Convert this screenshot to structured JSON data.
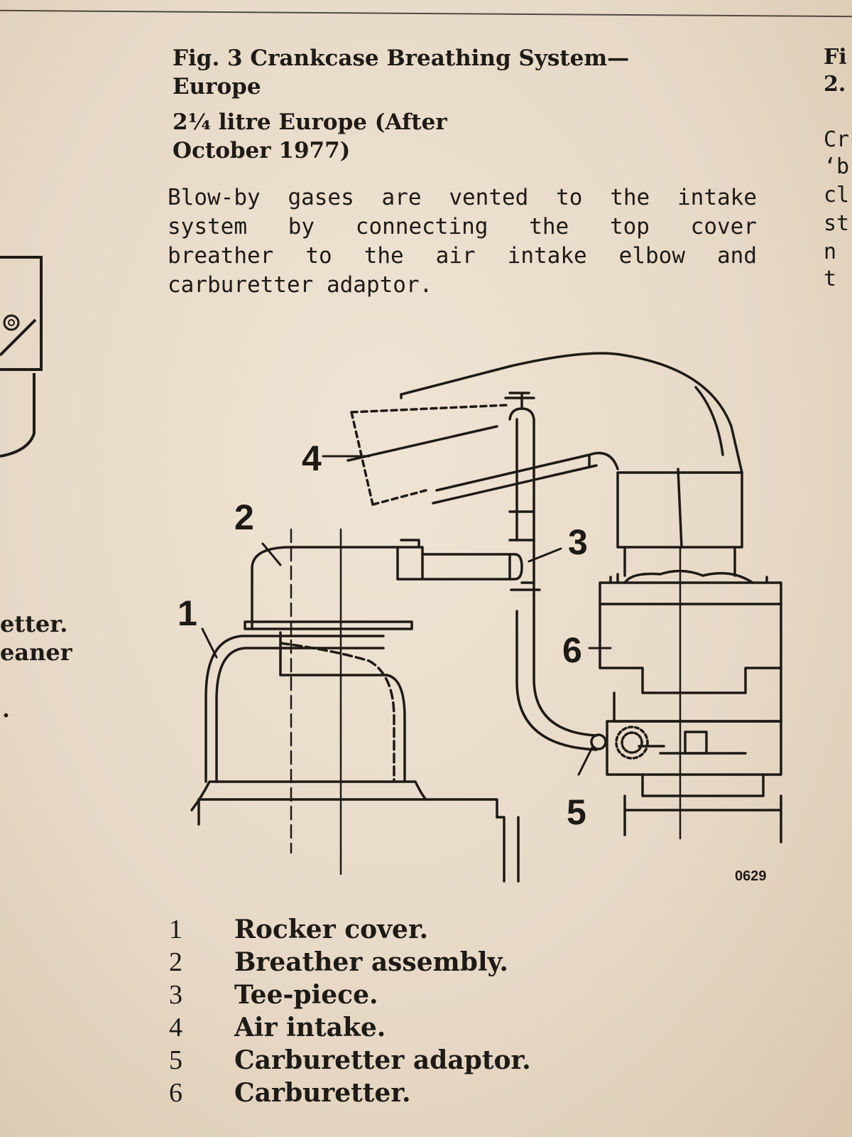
{
  "figure": {
    "title_line1": "Fig. 3 Crankcase Breathing System—",
    "title_line2": "Europe",
    "subtitle_line1": "2¼ litre Europe (After",
    "subtitle_line2": "October 1977)",
    "body_lines": [
      "Blow-by gases are vented to the intake",
      "system by connecting the top cover",
      "breather to the air intake elbow and",
      "carburetter adaptor."
    ],
    "code": "0629"
  },
  "diagram_labels": [
    "1",
    "2",
    "3",
    "4",
    "5",
    "6"
  ],
  "legend": [
    {
      "num": "1",
      "text": "Rocker cover."
    },
    {
      "num": "2",
      "text": "Breather assembly."
    },
    {
      "num": "3",
      "text": "Tee-piece."
    },
    {
      "num": "4",
      "text": "Air intake."
    },
    {
      "num": "5",
      "text": "Carburetter adaptor."
    },
    {
      "num": "6",
      "text": "Carburetter."
    }
  ],
  "right_column_fragments": [
    "Fi",
    "2.",
    "Cr",
    "‘b",
    "cl",
    "st",
    "n",
    "t"
  ],
  "left_column_fragments": [
    "etter.",
    "eaner",
    "."
  ]
}
